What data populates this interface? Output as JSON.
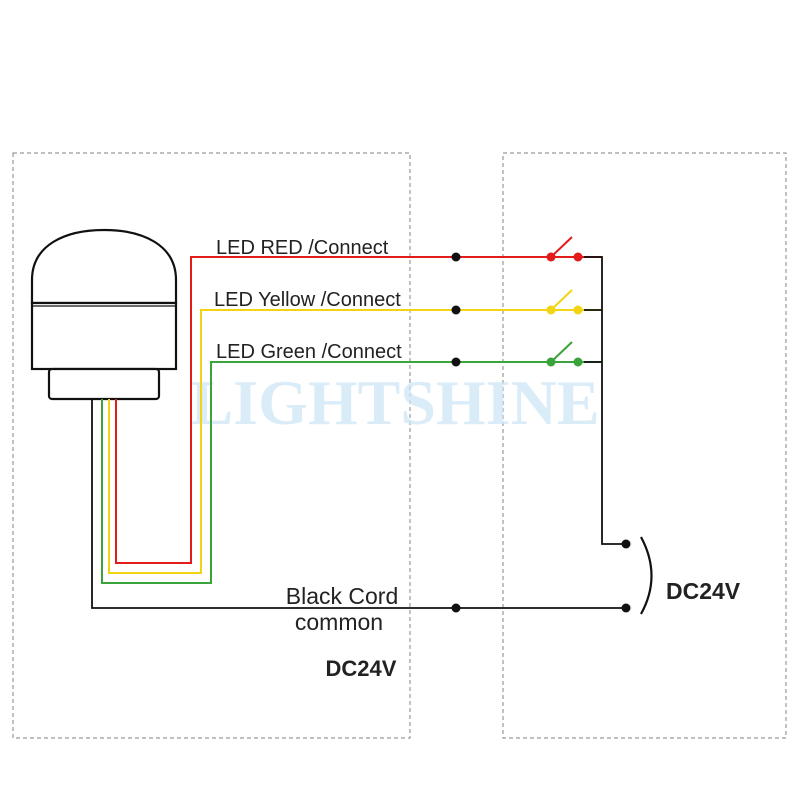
{
  "watermark": {
    "text": "LIGHTSHINE"
  },
  "wires": [
    {
      "label": "LED RED /Connect",
      "color": "#e21b1b"
    },
    {
      "label": "LED Yellow /Connect",
      "color": "#f2d410"
    },
    {
      "label": "LED Green /Connect",
      "color": "#3aa33a"
    }
  ],
  "common": {
    "line1": "Black Cord",
    "line2": "common"
  },
  "supply": {
    "label": "DC24V",
    "color": "#222222"
  },
  "lamp_voltage": {
    "label": "DC24V",
    "color": "#f07c1c"
  }
}
